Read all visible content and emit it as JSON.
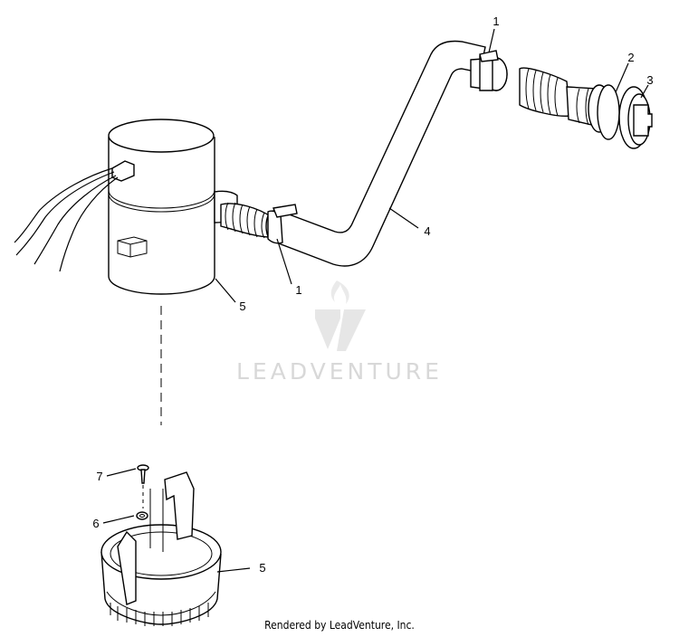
{
  "callouts": {
    "c1_top": "1",
    "c2": "2",
    "c3": "3",
    "c4": "4",
    "c1_mid": "1",
    "c5_upper": "5",
    "c7": "7",
    "c6": "6",
    "c5_lower": "5"
  },
  "watermark": {
    "text": "LEADVENTURE"
  },
  "footer": {
    "text": "Rendered by LeadVenture, Inc."
  }
}
